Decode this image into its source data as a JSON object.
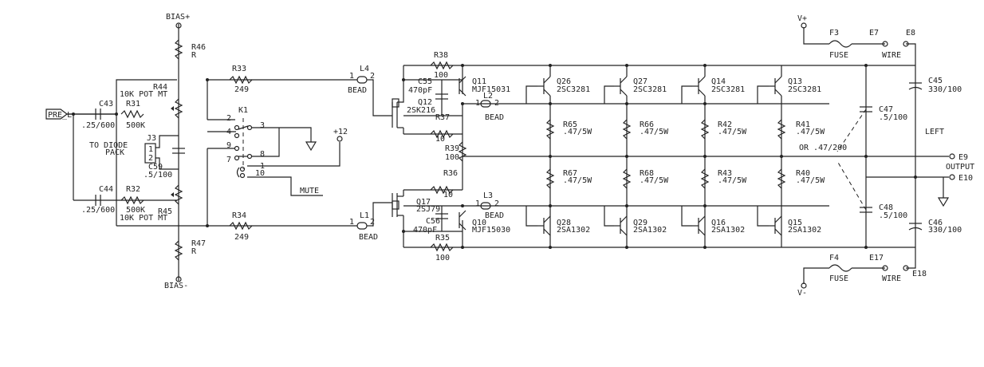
{
  "nets": {
    "bias_plus": "BIAS+",
    "bias_minus": "BIAS-",
    "pre_l": "PRE_L",
    "plus12": "+12",
    "mute": "MUTE",
    "vplus": "V+",
    "vminus": "V-",
    "left": "LEFT",
    "output": "OUTPUT",
    "to_diode_pack": "TO DIODE\nPACK",
    "or_note": "OR .47/200"
  },
  "components": {
    "r46": {
      "ref": "R46",
      "value": "R"
    },
    "r47": {
      "ref": "R47",
      "value": "R"
    },
    "r44": {
      "ref": "R44",
      "value": "10K POT MT"
    },
    "r45": {
      "ref": "R45",
      "value": "10K POT MT"
    },
    "r31": {
      "ref": "R31",
      "value": "500K"
    },
    "r32": {
      "ref": "R32",
      "value": "500K"
    },
    "c43": {
      "ref": "C43",
      "value": ".25/600"
    },
    "c44": {
      "ref": "C44",
      "value": ".25/600"
    },
    "c59": {
      "ref": "C59",
      "value": ".5/100"
    },
    "j3": {
      "ref": "J3",
      "pin1": "1",
      "pin2": "2"
    },
    "r33": {
      "ref": "R33",
      "value": "249"
    },
    "r34": {
      "ref": "R34",
      "value": "249"
    },
    "k1": {
      "ref": "K1",
      "pins": [
        "2",
        "4",
        "3",
        "9",
        "8",
        "7",
        "1",
        "10"
      ]
    },
    "l4": {
      "ref": "L4",
      "value": "BEAD",
      "p1": "1",
      "p2": "2"
    },
    "l1": {
      "ref": "L1",
      "value": "BEAD",
      "p1": "1",
      "p2": "2"
    },
    "l2": {
      "ref": "L2",
      "value": "BEAD",
      "p1": "1",
      "p2": "2"
    },
    "l3": {
      "ref": "L3",
      "value": "BEAD",
      "p1": "1",
      "p2": "2"
    },
    "r38": {
      "ref": "R38",
      "value": "100"
    },
    "r37": {
      "ref": "R37",
      "value": "10"
    },
    "r39": {
      "ref": "R39",
      "value": "100"
    },
    "r36": {
      "ref": "R36",
      "value": "10"
    },
    "r35": {
      "ref": "R35",
      "value": "100"
    },
    "c55": {
      "ref": "C55",
      "value": "470pF"
    },
    "c56": {
      "ref": "C56",
      "value": "470pF"
    },
    "q12": {
      "ref": "Q12",
      "value": "2SK216"
    },
    "q17": {
      "ref": "Q17",
      "value": "2SJ79"
    },
    "q11": {
      "ref": "Q11",
      "value": "MJF15031"
    },
    "q10": {
      "ref": "Q10",
      "value": "MJF15030"
    },
    "q26": {
      "ref": "Q26",
      "value": "2SC3281"
    },
    "q27": {
      "ref": "Q27",
      "value": "2SC3281"
    },
    "q14": {
      "ref": "Q14",
      "value": "2SC3281"
    },
    "q13": {
      "ref": "Q13",
      "value": "2SC3281"
    },
    "q28": {
      "ref": "Q28",
      "value": "2SA1302"
    },
    "q29": {
      "ref": "Q29",
      "value": "2SA1302"
    },
    "q16": {
      "ref": "Q16",
      "value": "2SA1302"
    },
    "q15": {
      "ref": "Q15",
      "value": "2SA1302"
    },
    "r65": {
      "ref": "R65",
      "value": ".47/5W"
    },
    "r66": {
      "ref": "R66",
      "value": ".47/5W"
    },
    "r42": {
      "ref": "R42",
      "value": ".47/5W"
    },
    "r41": {
      "ref": "R41",
      "value": ".47/5W"
    },
    "r67": {
      "ref": "R67",
      "value": ".47/5W"
    },
    "r68": {
      "ref": "R68",
      "value": ".47/5W"
    },
    "r43": {
      "ref": "R43",
      "value": ".47/5W"
    },
    "r40": {
      "ref": "R40",
      "value": ".47/5W"
    },
    "f3": {
      "ref": "F3",
      "value": "FUSE"
    },
    "f4": {
      "ref": "F4",
      "value": "FUSE"
    },
    "e7": {
      "ref": "E7",
      "value": "WIRE"
    },
    "e17": {
      "ref": "E17",
      "value": "WIRE"
    },
    "e8": {
      "ref": "E8"
    },
    "e18": {
      "ref": "E18"
    },
    "e9": {
      "ref": "E9"
    },
    "e10": {
      "ref": "E10"
    },
    "c45": {
      "ref": "C45",
      "value": "330/100"
    },
    "c46": {
      "ref": "C46",
      "value": "330/100"
    },
    "c47": {
      "ref": "C47",
      "value": ".5/100"
    },
    "c48": {
      "ref": "C48",
      "value": ".5/100"
    }
  }
}
